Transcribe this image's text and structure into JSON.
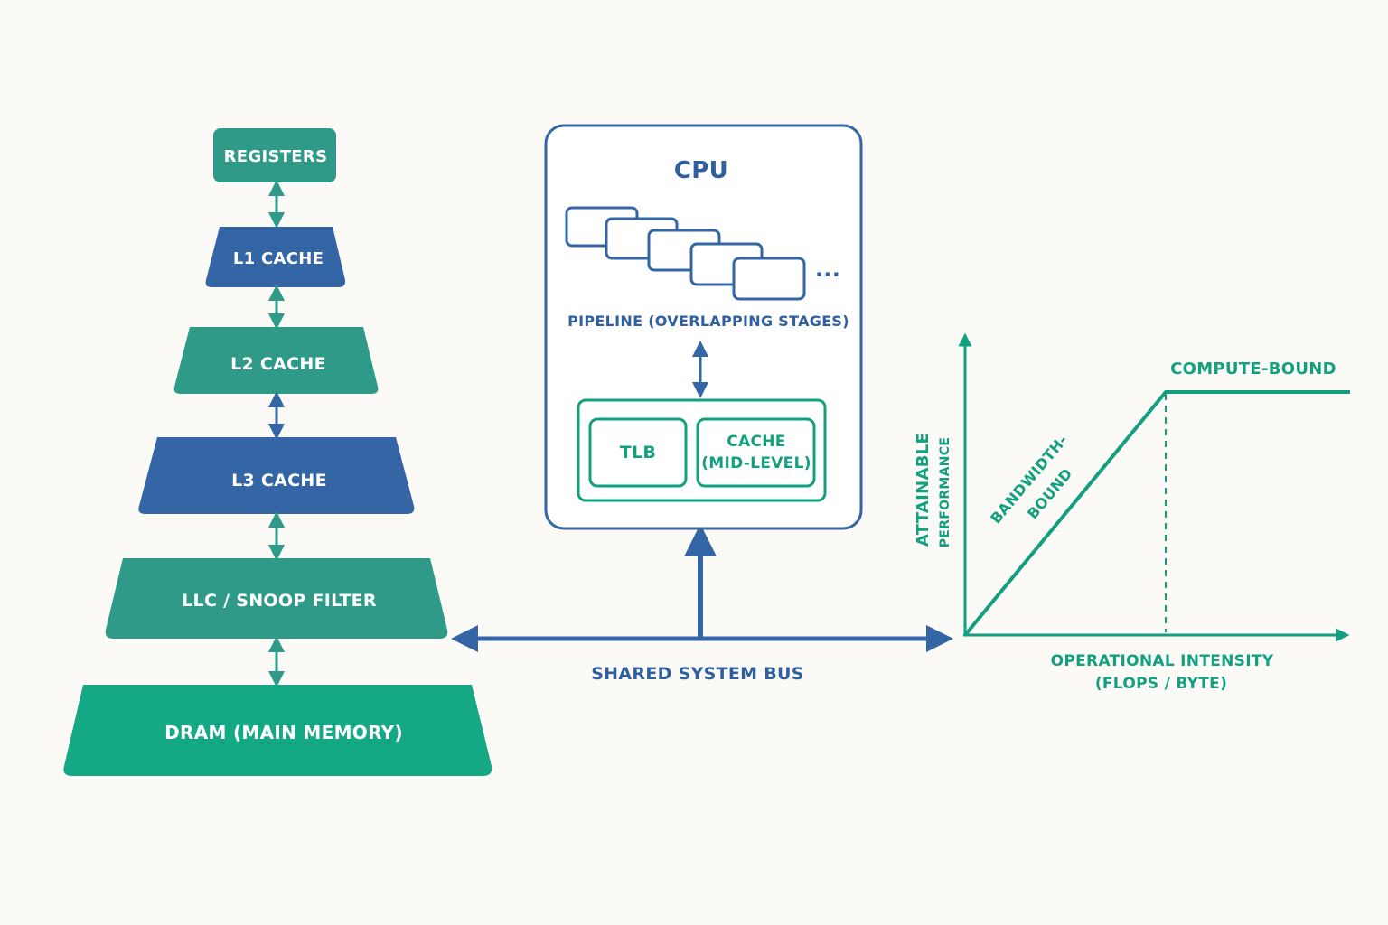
{
  "colors": {
    "blue": "#3465a4",
    "teal": "#2f9a87",
    "green": "#14a885",
    "blue_text": "#2f5f9f",
    "green_text": "#12a07f",
    "background": "#fbfaf7",
    "tier_text": "#ffffff"
  },
  "hierarchy": {
    "tiers": [
      {
        "id": "registers",
        "label": "REGISTERS",
        "color": "#2f9a87"
      },
      {
        "id": "l1",
        "label": "L1 CACHE",
        "color": "#3465a4"
      },
      {
        "id": "l2",
        "label": "L2 CACHE",
        "color": "#2f9a87"
      },
      {
        "id": "l3",
        "label": "L3 CACHE",
        "color": "#3465a4"
      },
      {
        "id": "llc",
        "label": "LLC / SNOOP FILTER",
        "color": "#2f9a87"
      },
      {
        "id": "dram",
        "label": "DRAM (MAIN MEMORY)",
        "color": "#14a885"
      }
    ]
  },
  "cpu": {
    "title": "CPU",
    "pipeline_label": "PIPELINE (OVERLAPPING STAGES)",
    "pipeline_stage_count": 5,
    "ellipsis": "...",
    "tlb_label": "TLB",
    "cache_label_line1": "CACHE",
    "cache_label_line2": "(MID-LEVEL)"
  },
  "bus": {
    "label": "SHARED SYSTEM BUS"
  },
  "roofline": {
    "y_label_line1": "ATTAINABLE",
    "y_label_line2": "PERFORMANCE",
    "x_label_line1": "OPERATIONAL INTENSITY",
    "x_label_line2": "(FLOPS / BYTE)",
    "slope_label_line1": "BANDWIDTH-",
    "slope_label_line2": "BOUND",
    "flat_label": "COMPUTE-BOUND"
  }
}
